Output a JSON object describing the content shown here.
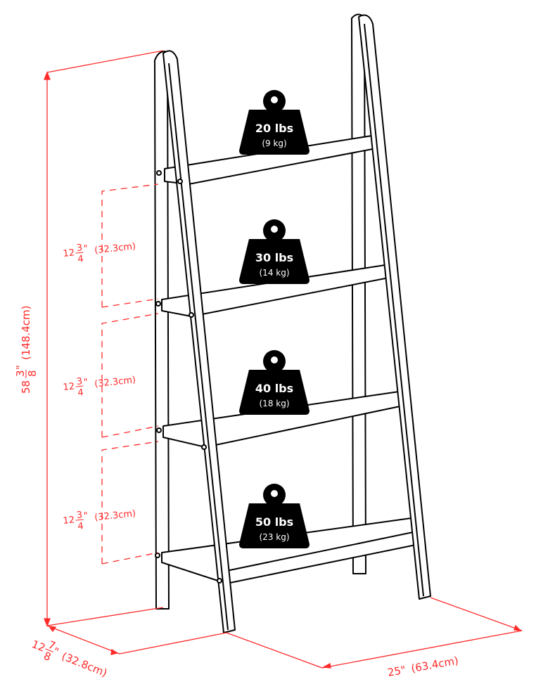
{
  "colors": {
    "dimension": "#ff2a2a",
    "outline": "#000000",
    "weight": "#000000"
  },
  "dimensions": {
    "height": {
      "whole": "58",
      "num": "3",
      "den": "8",
      "inch": "\"",
      "metric": "(148.4cm)"
    },
    "depth": {
      "whole": "12",
      "num": "7",
      "den": "8",
      "inch": "\"",
      "metric": "(32.8cm)"
    },
    "width": {
      "label": "25\"",
      "metric": "(63.4cm)"
    },
    "spacings": [
      {
        "whole": "12",
        "num": "3",
        "den": "4",
        "inch": "\"",
        "metric": "(32.3cm)"
      },
      {
        "whole": "12",
        "num": "3",
        "den": "4",
        "inch": "\"",
        "metric": "(32.3cm)"
      },
      {
        "whole": "12",
        "num": "3",
        "den": "4",
        "inch": "\"",
        "metric": "(32.3cm)"
      }
    ]
  },
  "shelves": [
    {
      "capacity": "20 lbs",
      "metric": "(9 kg)"
    },
    {
      "capacity": "30 lbs",
      "metric": "(14 kg)"
    },
    {
      "capacity": "40 lbs",
      "metric": "(18 kg)"
    },
    {
      "capacity": "50 lbs",
      "metric": "(23 kg)"
    }
  ]
}
